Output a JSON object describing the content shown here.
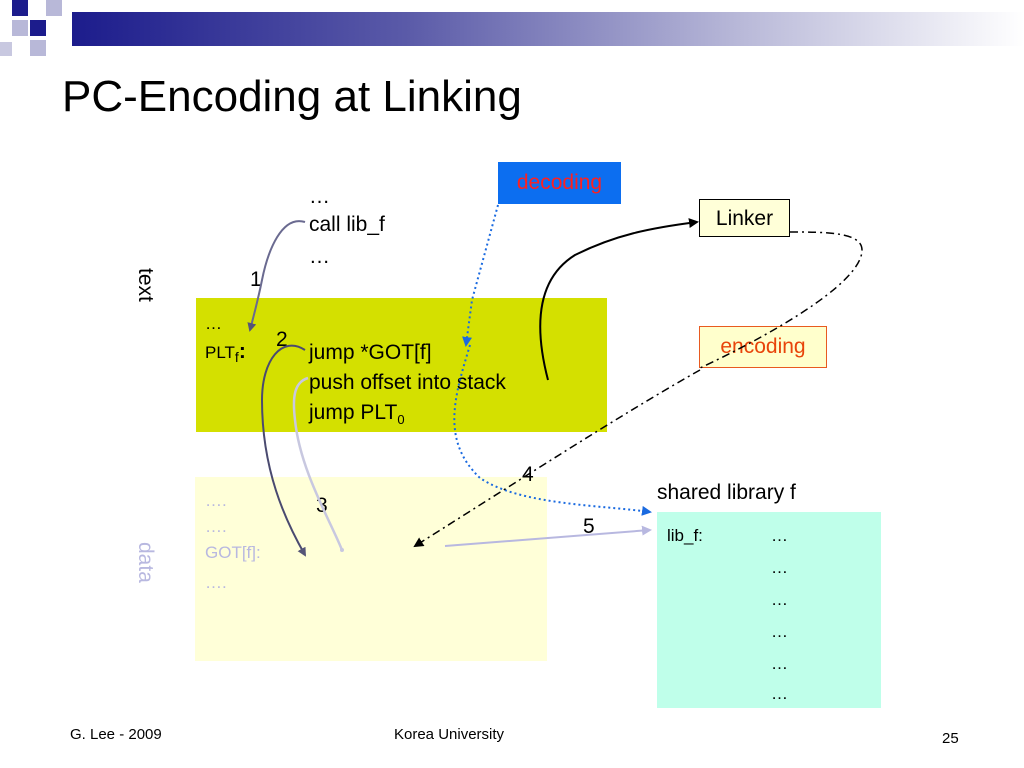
{
  "title": "PC-Encoding at Linking",
  "labels": {
    "text": "text",
    "data": "data",
    "decoding": "decoding",
    "linker": "Linker",
    "encoding": "encoding",
    "shared_library": "shared library f"
  },
  "call_block": [
    "…",
    "call lib_f",
    "…"
  ],
  "plt_block": {
    "ellipsis": "…",
    "plt_label": "PLT",
    "plt_sub": "f",
    "plt_colon": ":",
    "lines": [
      "jump *GOT[f]",
      "push offset into stack",
      "jump PLT"
    ],
    "plt0_sub": "0"
  },
  "data_block": [
    "….",
    "….",
    "GOT[f]:",
    "…."
  ],
  "lib_block": {
    "label": "lib_f:",
    "lines": [
      "…",
      "…",
      "…",
      "…",
      "…",
      "…"
    ]
  },
  "steps": [
    "1",
    "2",
    "3",
    "4",
    "5"
  ],
  "footer": {
    "author": "G. Lee - 2009",
    "org": "Korea University",
    "page": "25"
  },
  "colors": {
    "green_box": "#d4e000",
    "yellow_box": "#ffffd8",
    "cyan_box": "#bfffea",
    "decoding_bg": "#0c6ef0",
    "decoding_text": "#ff2020",
    "encoding_text": "#e8440a"
  }
}
